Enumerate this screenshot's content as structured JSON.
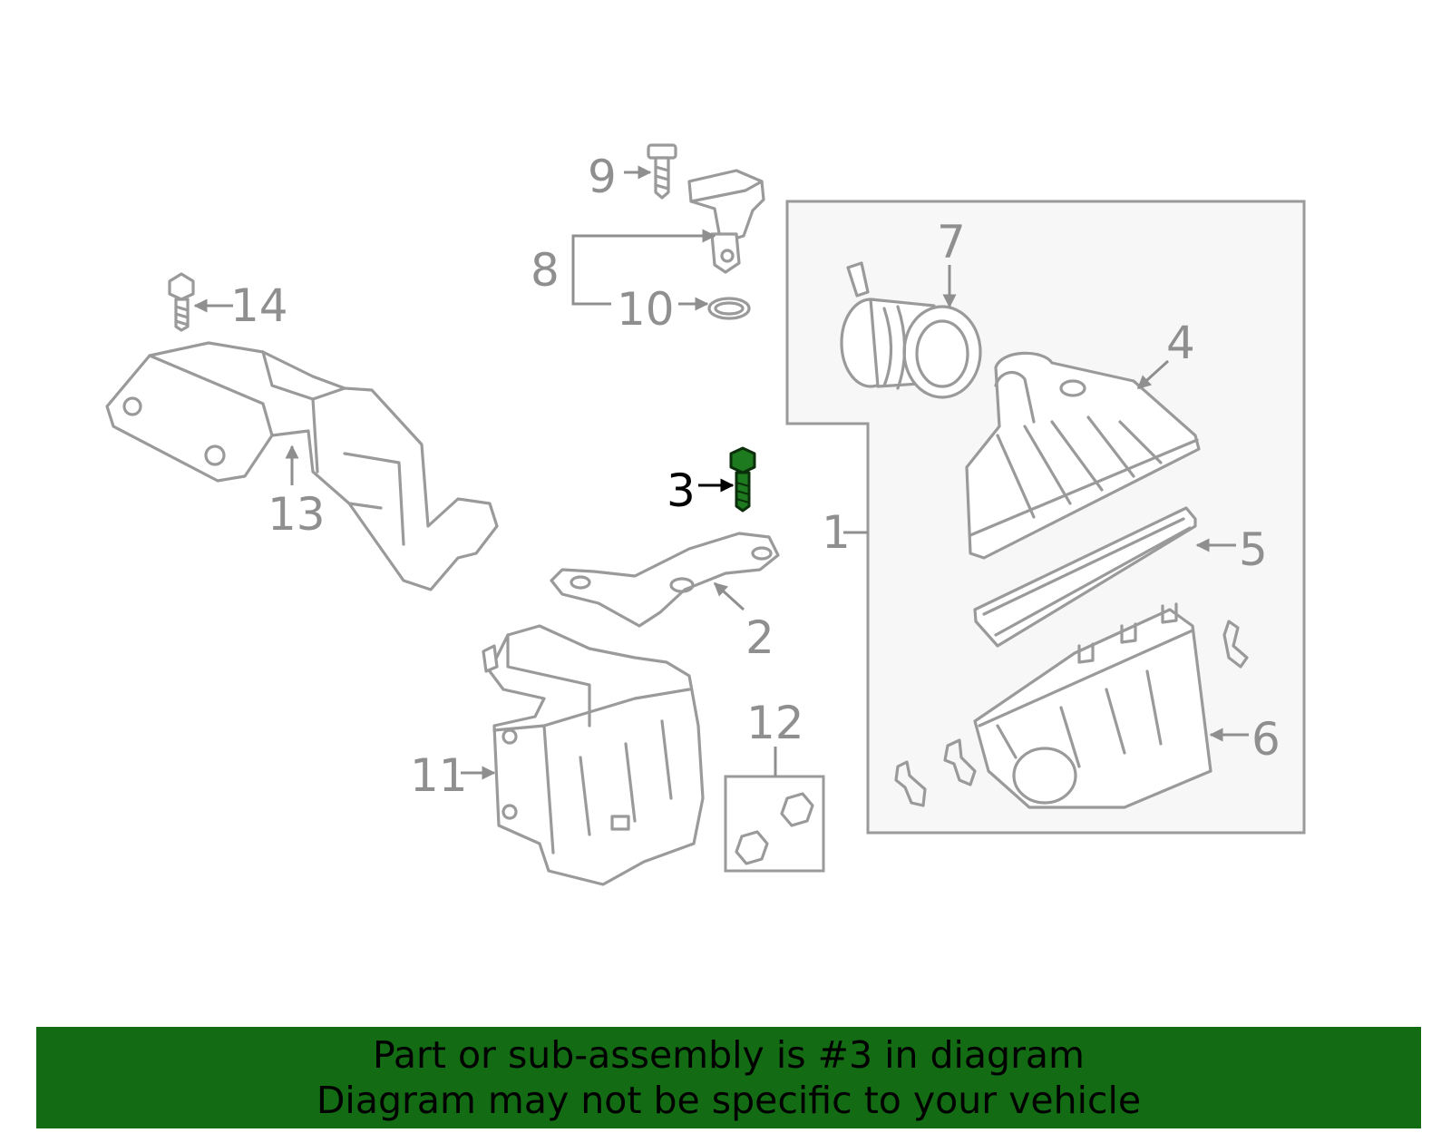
{
  "callouts": {
    "c1": "1",
    "c2": "2",
    "c3": "3",
    "c4": "4",
    "c5": "5",
    "c6": "6",
    "c7": "7",
    "c8": "8",
    "c9": "9",
    "c10": "10",
    "c11": "11",
    "c12": "12",
    "c13": "13",
    "c14": "14"
  },
  "highlight": {
    "part": "3",
    "color": "#1e7a1e"
  },
  "banner": {
    "line1": "Part or sub-assembly is #3 in diagram",
    "line2": "Diagram may not be specific to your vehicle",
    "color": "#136b13"
  }
}
